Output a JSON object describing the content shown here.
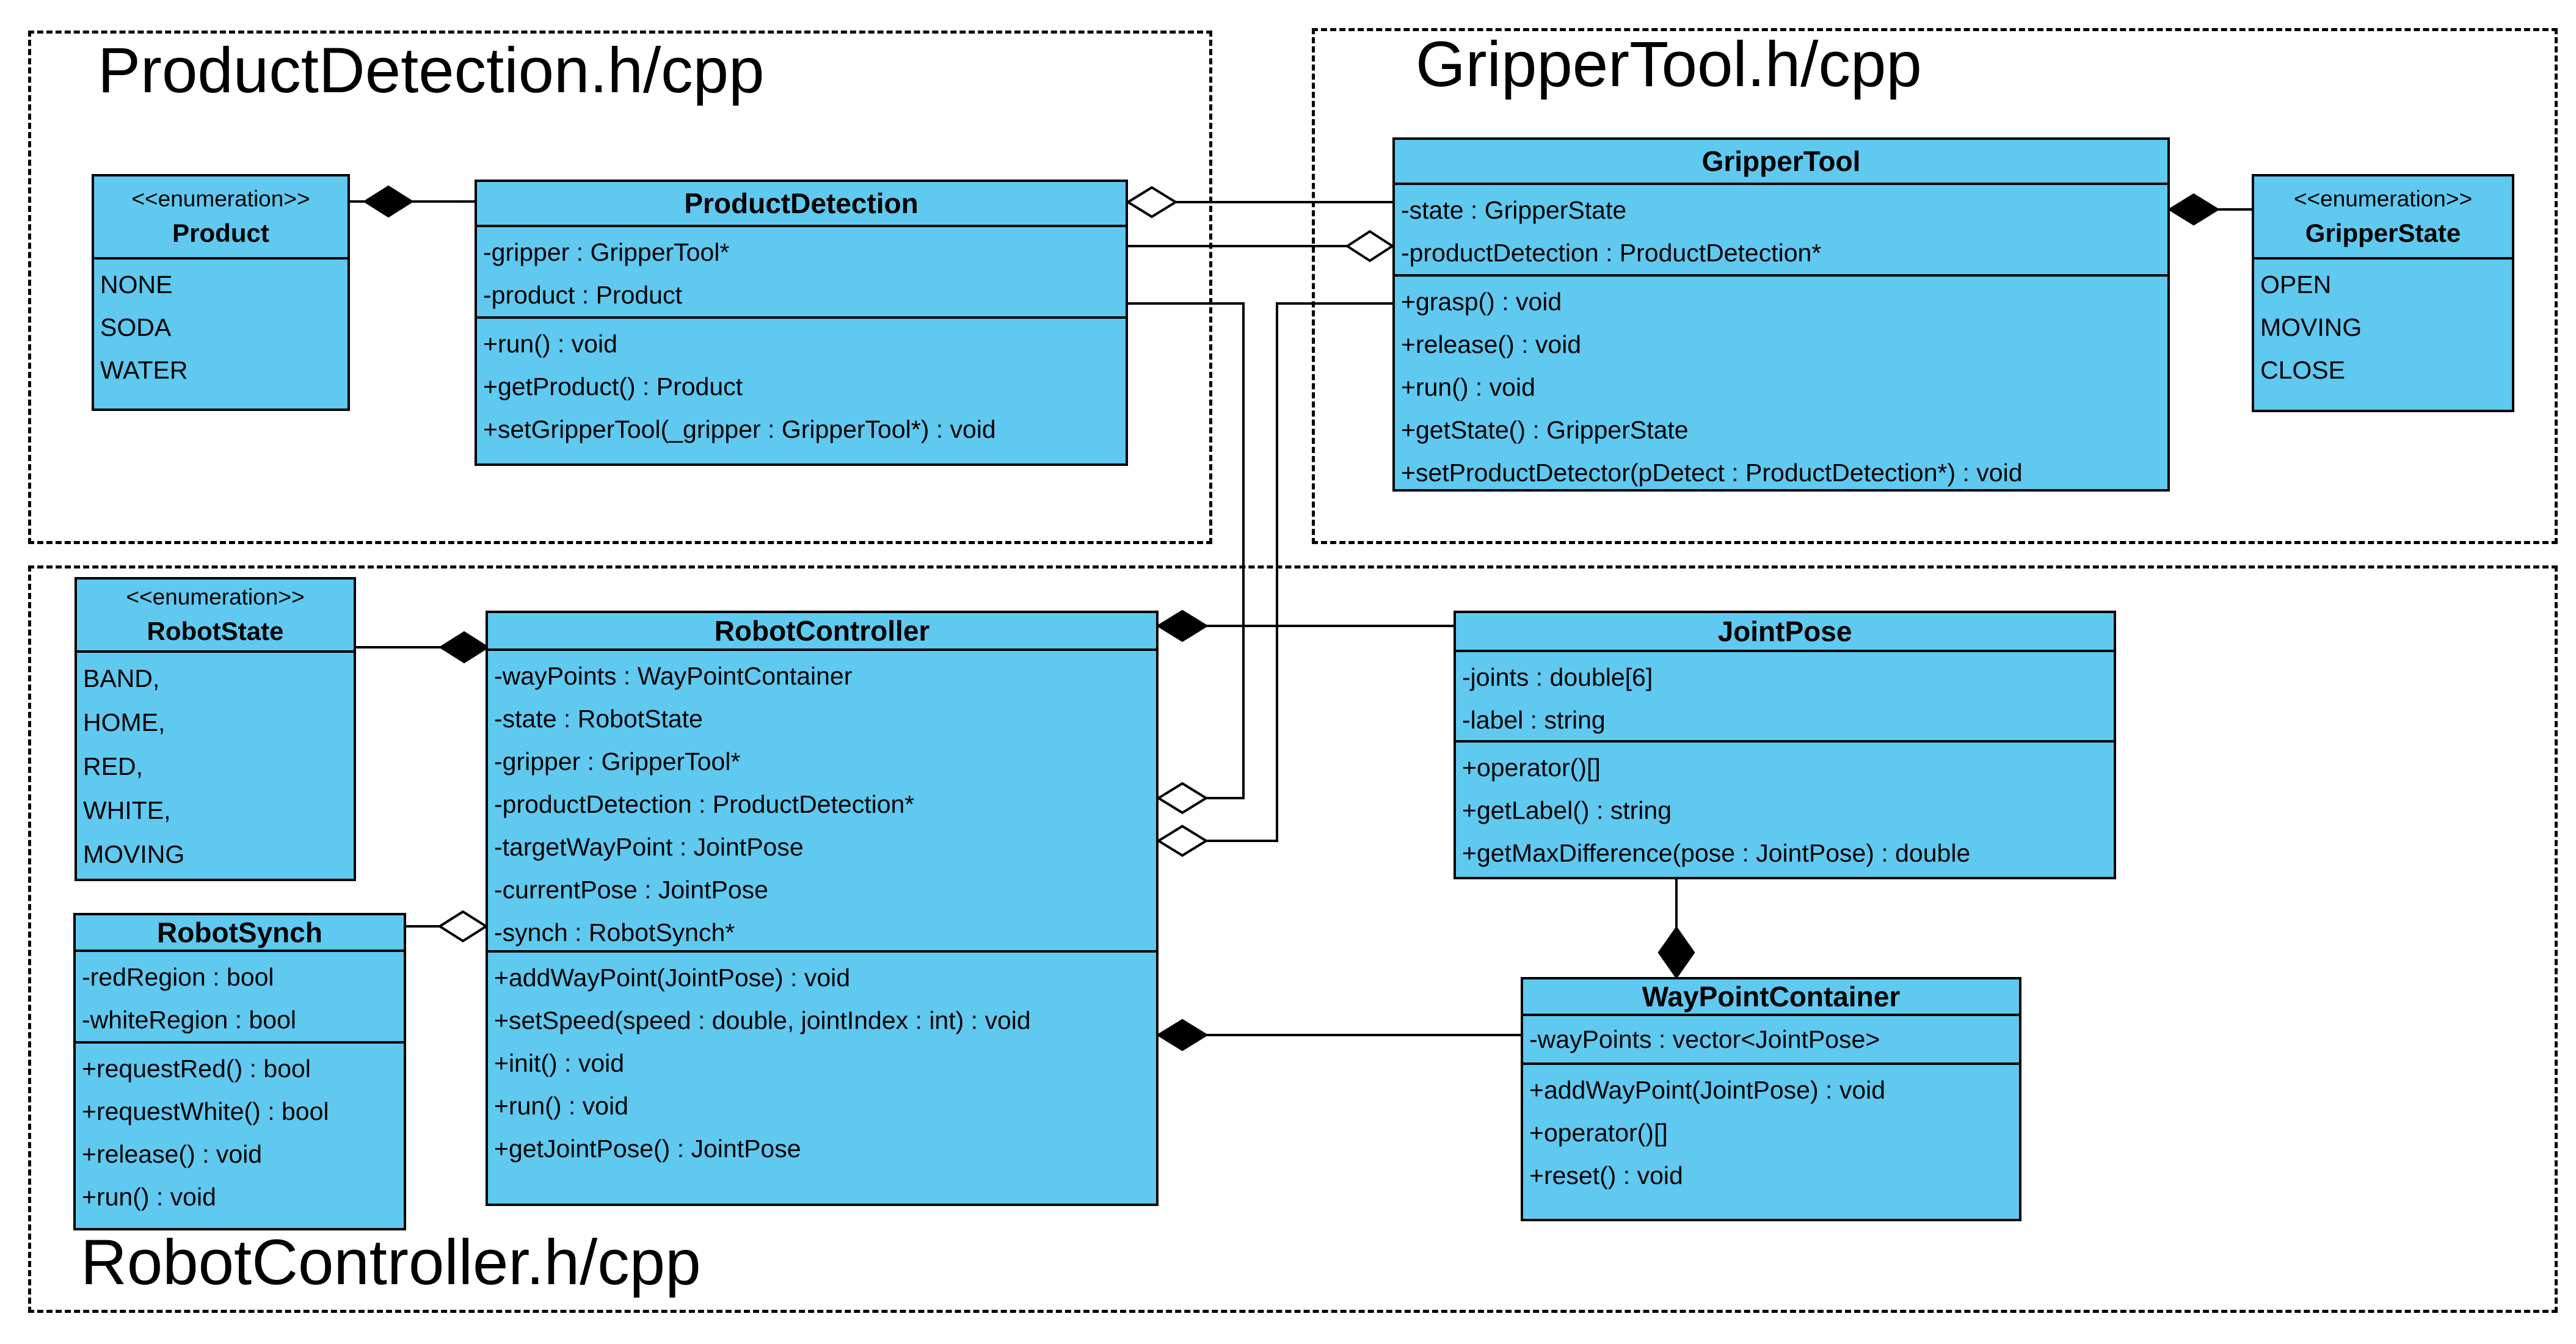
{
  "regions": [
    {
      "id": "product-detection-file",
      "title": "ProductDetection.h/cpp"
    },
    {
      "id": "gripper-tool-file",
      "title": "GripperTool.h/cpp"
    },
    {
      "id": "robot-controller-file",
      "title": "RobotController.h/cpp"
    }
  ],
  "colors": {
    "class_fill": "#5FC9F0",
    "line": "#000000",
    "background": "#FFFFFF"
  },
  "classes": {
    "product": {
      "stereotype": "<<enumeration>>",
      "name": "Product",
      "literals": [
        "NONE",
        "SODA",
        "WATER"
      ]
    },
    "productDetection": {
      "name": "ProductDetection",
      "attributes": [
        "-gripper : GripperTool*",
        "-product : Product"
      ],
      "operations": [
        "+run() : void",
        "+getProduct() : Product",
        "+setGripperTool(_gripper : GripperTool*) : void"
      ]
    },
    "gripperTool": {
      "name": "GripperTool",
      "attributes": [
        "-state : GripperState",
        "-productDetection : ProductDetection*"
      ],
      "operations": [
        "+grasp() : void",
        "+release() : void",
        "+run() : void",
        "+getState() : GripperState",
        "+setProductDetector(pDetect : ProductDetection*) : void"
      ]
    },
    "gripperState": {
      "stereotype": "<<enumeration>>",
      "name": "GripperState",
      "literals": [
        "OPEN",
        "MOVING",
        "CLOSE"
      ]
    },
    "robotState": {
      "stereotype": "<<enumeration>>",
      "name": "RobotState",
      "literals": [
        "BAND,",
        "HOME,",
        "RED,",
        "WHITE,",
        "MOVING"
      ]
    },
    "robotController": {
      "name": "RobotController",
      "attributes": [
        "-wayPoints : WayPointContainer",
        "-state : RobotState",
        "-gripper : GripperTool*",
        "-productDetection : ProductDetection*",
        "-targetWayPoint : JointPose",
        "-currentPose : JointPose",
        "-synch : RobotSynch*"
      ],
      "operations": [
        "+addWayPoint(JointPose) : void",
        "+setSpeed(speed : double, jointIndex : int) : void",
        "+init() : void",
        "+run() : void",
        "+getJointPose() : JointPose"
      ]
    },
    "jointPose": {
      "name": "JointPose",
      "attributes": [
        "-joints : double[6]",
        "-label : string"
      ],
      "operations": [
        "+operator()[]",
        "+getLabel() : string",
        "+getMaxDifference(pose : JointPose) : double"
      ]
    },
    "robotSynch": {
      "name": "RobotSynch",
      "attributes": [
        "-redRegion : bool",
        "-whiteRegion : bool"
      ],
      "operations": [
        "+requestRed() : bool",
        "+requestWhite() : bool",
        "+release() : void",
        "+run() : void"
      ]
    },
    "wayPointContainer": {
      "name": "WayPointContainer",
      "attributes": [
        "-wayPoints : vector<JointPose>"
      ],
      "operations": [
        "+addWayPoint(JointPose) : void",
        "+operator()[]",
        "+reset() : void"
      ]
    }
  },
  "relationships": [
    {
      "whole_end": "Product",
      "other_end": "ProductDetection",
      "type": "composition"
    },
    {
      "whole_end": "ProductDetection",
      "other_end": "GripperTool",
      "type": "aggregation"
    },
    {
      "whole_end": "GripperTool",
      "other_end": "ProductDetection",
      "type": "aggregation"
    },
    {
      "whole_end": "GripperTool",
      "other_end": "GripperState",
      "type": "composition"
    },
    {
      "whole_end": "RobotController",
      "other_end": "RobotState",
      "type": "composition"
    },
    {
      "whole_end": "RobotController",
      "other_end": "RobotSynch",
      "type": "aggregation"
    },
    {
      "whole_end": "RobotController",
      "other_end": "ProductDetection",
      "type": "aggregation"
    },
    {
      "whole_end": "RobotController",
      "other_end": "GripperTool",
      "type": "aggregation"
    },
    {
      "whole_end": "RobotController",
      "other_end": "JointPose",
      "type": "composition"
    },
    {
      "whole_end": "RobotController",
      "other_end": "WayPointContainer",
      "type": "composition"
    },
    {
      "whole_end": "WayPointContainer",
      "other_end": "JointPose",
      "type": "composition"
    }
  ]
}
